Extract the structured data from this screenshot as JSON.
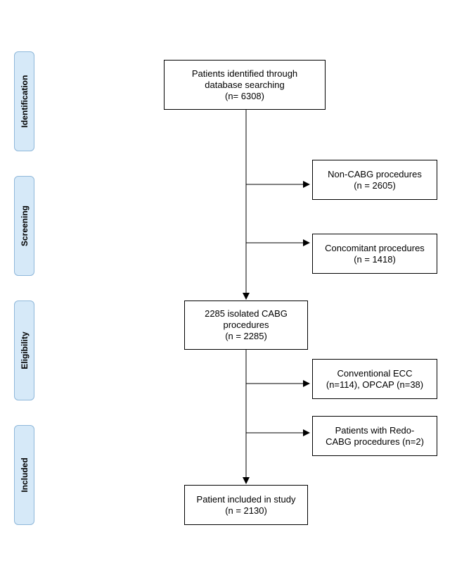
{
  "phases": {
    "identification": "Identification",
    "screening": "Screening",
    "eligibility": "Eligibility",
    "included": "Included"
  },
  "boxes": {
    "identified": {
      "line1": "Patients identified through",
      "line2": "database searching",
      "line3": "(n= 6308)"
    },
    "non_cabg": {
      "line1": "Non-CABG procedures",
      "line2": "(n =  2605)"
    },
    "concomitant": {
      "line1": "Concomitant procedures",
      "line2": "(n = 1418)"
    },
    "isolated": {
      "line1": "2285 isolated CABG",
      "line2": "procedures",
      "line3": "(n = 2285)"
    },
    "conventional": {
      "line1": "Conventional ECC",
      "line2": "(n=114), OPCAP (n=38)"
    },
    "redo": {
      "line1": "Patients with Redo-",
      "line2": "CABG procedures (n=2)"
    },
    "included": {
      "line1": "Patient included in study",
      "line2": "(n = 2130)"
    }
  }
}
